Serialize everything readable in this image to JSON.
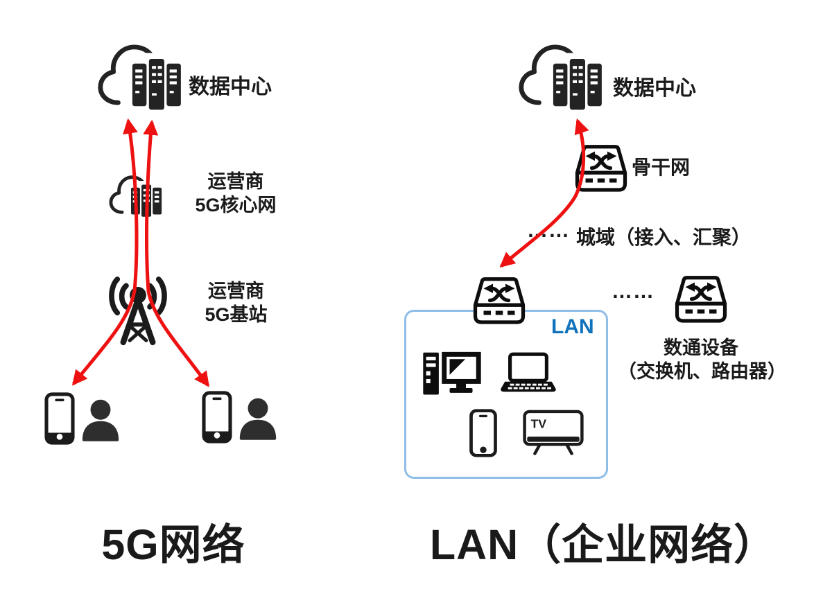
{
  "diagram": {
    "left": {
      "title": "5G网络",
      "datacenter_label": "数据中心",
      "core_label1": "运营商",
      "core_label2": "5G核心网",
      "base_label1": "运营商",
      "base_label2": "5G基站"
    },
    "right": {
      "title": "LAN（企业网络）",
      "datacenter_label": "数据中心",
      "backbone_label": "骨干网",
      "metro_ellipsis": "……",
      "metro_label": "城域（接入、汇聚）",
      "lan_label": "LAN",
      "datacom_ellipsis": "……",
      "datacom_label1": "数通设备",
      "datacom_label2": "（交换机、路由器）",
      "tv_label": "TV"
    },
    "colors": {
      "arrow_red": "#EE1111",
      "icon_dark": "#232323",
      "lan_border": "#8FBEE8",
      "lan_text": "#1173BC"
    }
  }
}
